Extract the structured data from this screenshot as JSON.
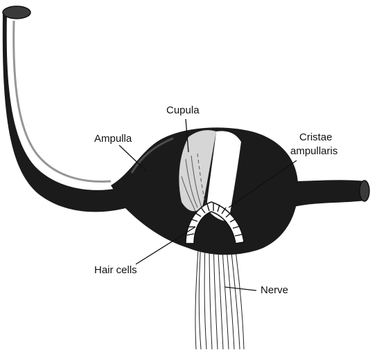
{
  "labels": {
    "cupula": "Cupula",
    "ampulla": "Ampulla",
    "cristae_line1": "Cristae",
    "cristae_line2": "ampullaris",
    "hair_cells": "Hair cells",
    "nerve": "Nerve"
  },
  "colors": {
    "canal": "#1b1b1b",
    "cupula": "#d6d6d6",
    "highlight": "#ffffff",
    "line": "#111111"
  }
}
